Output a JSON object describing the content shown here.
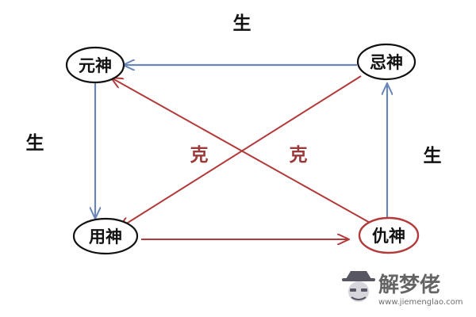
{
  "nodes": {
    "yuanshen": "元神",
    "jishen": "忌神",
    "yongshen": "用神",
    "choushen": "仇神"
  },
  "relations": {
    "sheng_top": "生",
    "sheng_left": "生",
    "sheng_right": "生",
    "ke_left": "克",
    "ke_right": "克"
  },
  "watermark": {
    "brand": "解梦佬",
    "url": "www.jiemenglao.com"
  },
  "colors": {
    "sheng_arrow": "#6a86b8",
    "ke_arrow": "#b23a3a",
    "node_outline": "#111111",
    "highlight_outline": "#b23a3a"
  }
}
